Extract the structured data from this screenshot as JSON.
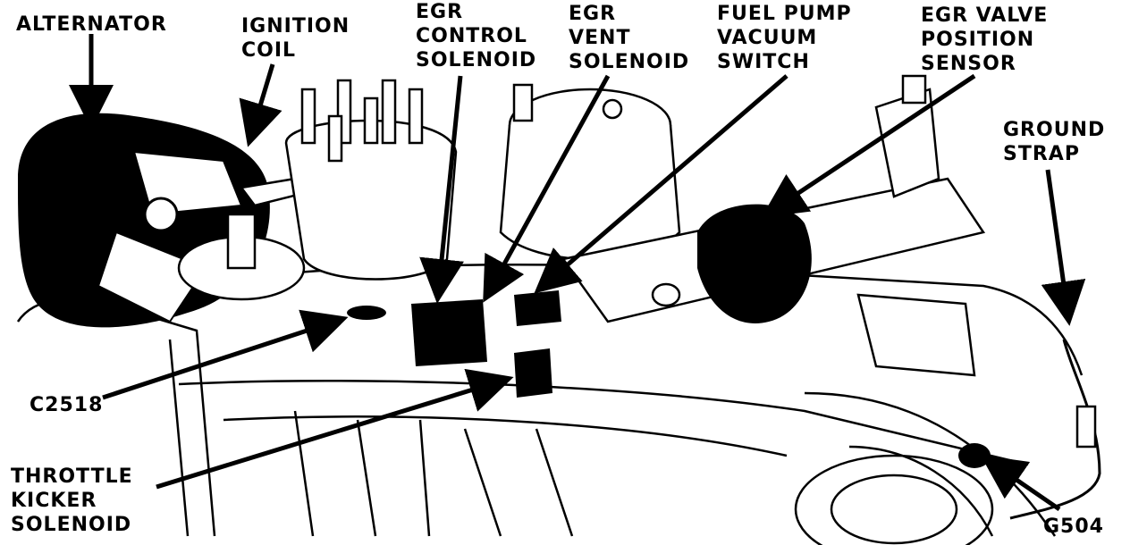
{
  "labels": {
    "alternator": "ALTERNATOR",
    "ignition_coil": [
      "IGNITION",
      "COIL"
    ],
    "egr_control_solenoid": [
      "EGR",
      "CONTROL",
      "SOLENOID"
    ],
    "egr_vent_solenoid": [
      "EGR",
      "VENT",
      "SOLENOID"
    ],
    "fuel_pump_vacuum_switch": [
      "FUEL PUMP",
      "VACUUM",
      "SWITCH"
    ],
    "egr_valve_position_sensor": [
      "EGR VALVE",
      "POSITION",
      "SENSOR"
    ],
    "ground_strap": [
      "GROUND",
      "STRAP"
    ],
    "c2518": "C2518",
    "throttle_kicker_solenoid": [
      "THROTTLE",
      "KICKER",
      "SOLENOID"
    ],
    "g504": "G504"
  },
  "colors": {
    "ink": "#000000",
    "paper": "#ffffff"
  }
}
